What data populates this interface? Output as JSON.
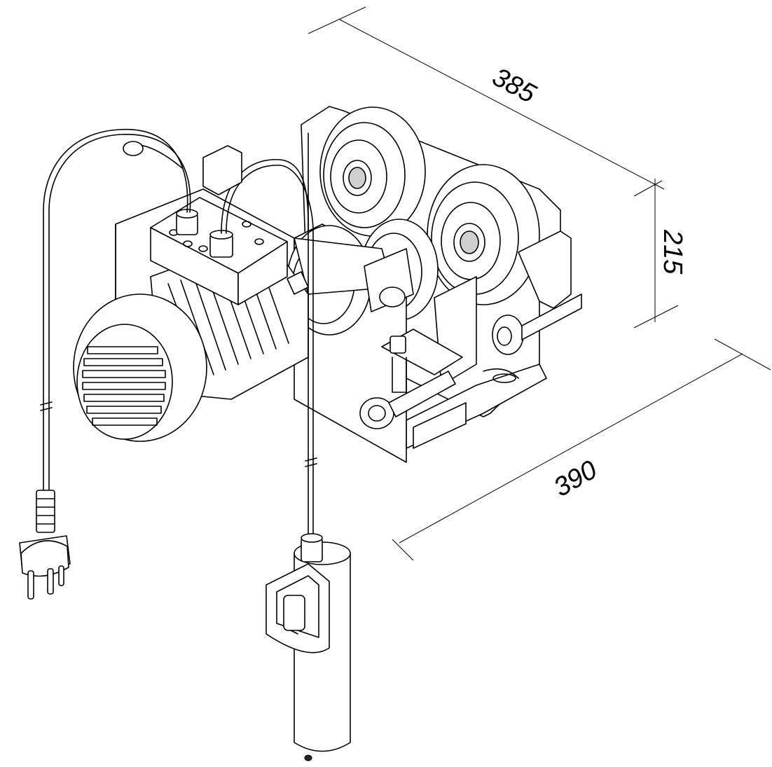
{
  "dimensions": {
    "length": "385",
    "height": "215",
    "width": "390"
  }
}
